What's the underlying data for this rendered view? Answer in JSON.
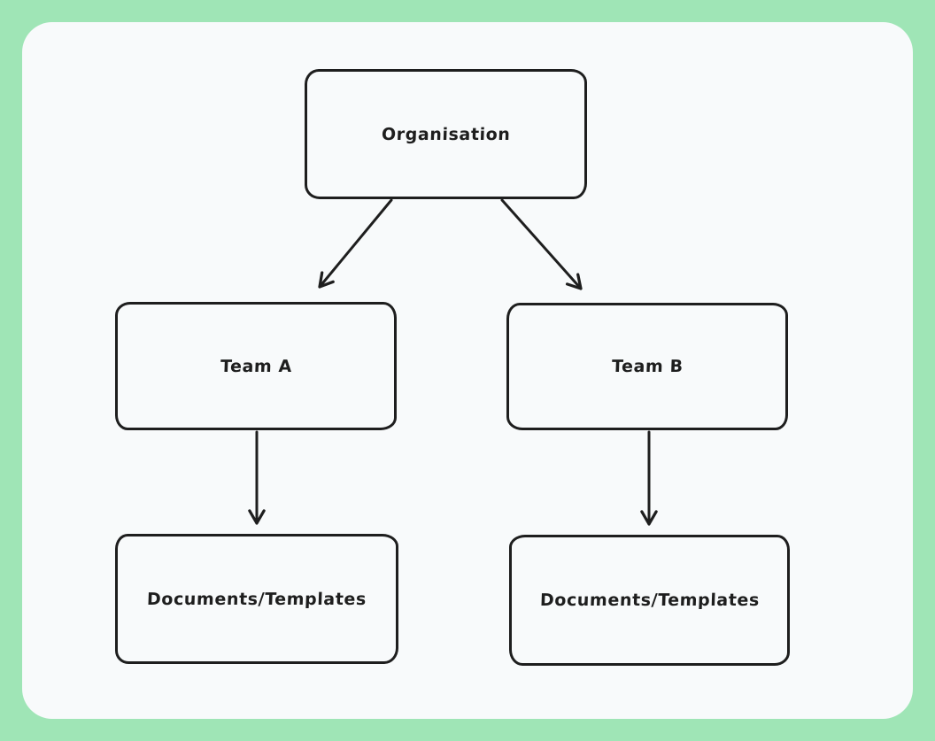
{
  "canvas": {
    "background_color": "#9FE5B6",
    "panel_color": "#F8FAFB",
    "stroke_color": "#1E1E1E"
  },
  "diagram": {
    "type": "flowchart",
    "nodes": [
      {
        "id": "organisation",
        "label": "Organisation"
      },
      {
        "id": "team-a",
        "label": "Team A"
      },
      {
        "id": "team-b",
        "label": "Team B"
      },
      {
        "id": "documents-a",
        "label": "Documents/Templates"
      },
      {
        "id": "documents-b",
        "label": "Documents/Templates"
      }
    ],
    "edges": [
      {
        "from": "organisation",
        "to": "team-a",
        "style": "arrow"
      },
      {
        "from": "organisation",
        "to": "team-b",
        "style": "arrow"
      },
      {
        "from": "team-a",
        "to": "documents-a",
        "style": "arrow"
      },
      {
        "from": "team-b",
        "to": "documents-b",
        "style": "arrow"
      }
    ]
  }
}
